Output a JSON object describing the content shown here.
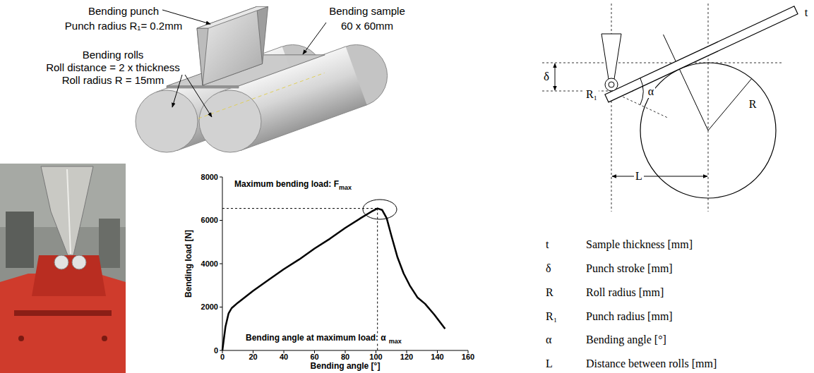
{
  "diagram": {
    "labels": [
      "Bending punch",
      "Punch radius R₁= 0.2mm",
      "Bending sample",
      "60 x 60mm",
      "Bending rolls",
      "Roll distance = 2 x thickness",
      "Roll radius R = 15mm",
      "t",
      "δ",
      "R₁",
      "α",
      "R",
      "L",
      "Maximum bending load: F",
      "max",
      "Bending angle at maximum load: α",
      "max",
      "8000",
      "6000",
      "4000",
      "2000",
      "0",
      "Bending load [N]",
      "0",
      "20",
      "40",
      "60",
      "80",
      "100",
      "120",
      "140",
      "160",
      "Bending angle [°]",
      "t",
      "Sample thickness [mm]",
      "δ",
      "Punch stroke [mm]",
      "R",
      "Roll radius [mm]",
      "R₁",
      "Punch radius [mm]",
      "α",
      "Bending angle [°]",
      "L",
      "Distance between rolls [mm]"
    ]
  }
}
